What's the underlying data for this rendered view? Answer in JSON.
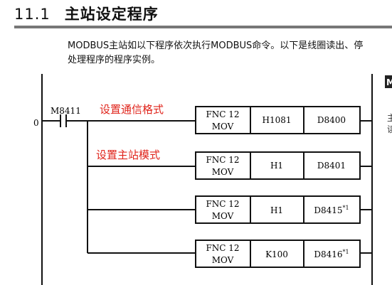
{
  "section": {
    "number": "11.1",
    "title": "主站设定程序"
  },
  "intro": {
    "line1": "MODBUS主站如以下程序依次执行MODBUS命令。以下是线圈读出、停",
    "line2": "处理程序的程序实例。"
  },
  "ladder": {
    "step_number": "0",
    "contact_label": "M8411",
    "annotations": {
      "comm_format": "设置通信格式",
      "master_mode": "设置主站模式"
    },
    "rows": [
      {
        "fnc": "FNC 12",
        "op": "MOV",
        "src": "H1081",
        "dst": "D8400",
        "note": ""
      },
      {
        "fnc": "FNC 12",
        "op": "MOV",
        "src": "H1",
        "dst": "D8401",
        "note": ""
      },
      {
        "fnc": "FNC 12",
        "op": "MOV",
        "src": "H1",
        "dst": "D8415",
        "note": "*1"
      },
      {
        "fnc": "FNC 12",
        "op": "MOV",
        "src": "K100",
        "dst": "D8416",
        "note": "*1"
      }
    ],
    "cut_label": "M",
    "cut_text_1": "主",
    "cut_text_2": "读"
  }
}
